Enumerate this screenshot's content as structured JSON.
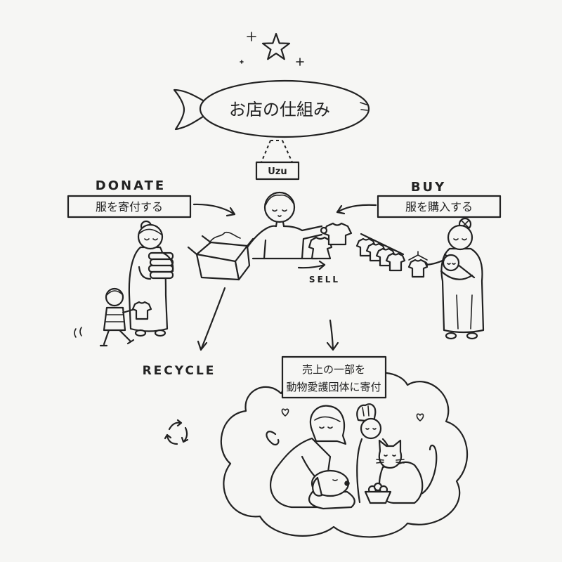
{
  "title": "お店の仕組み",
  "shop_sign": "Uzu",
  "donate": {
    "heading": "DONATE",
    "label": "服を寄付する"
  },
  "buy": {
    "heading": "BUY",
    "label": "服を購入する"
  },
  "sell": {
    "label": "SELL"
  },
  "recycle": {
    "label": "RECYCLE"
  },
  "charity": {
    "line1": "売上の一部を",
    "line2": "動物愛護団体に寄付"
  },
  "icons": {
    "star": "star-icon",
    "recycle": "recycle-icon",
    "heart": "heart-icon"
  },
  "colors": {
    "background": "#f6f6f4",
    "ink": "#222222"
  }
}
